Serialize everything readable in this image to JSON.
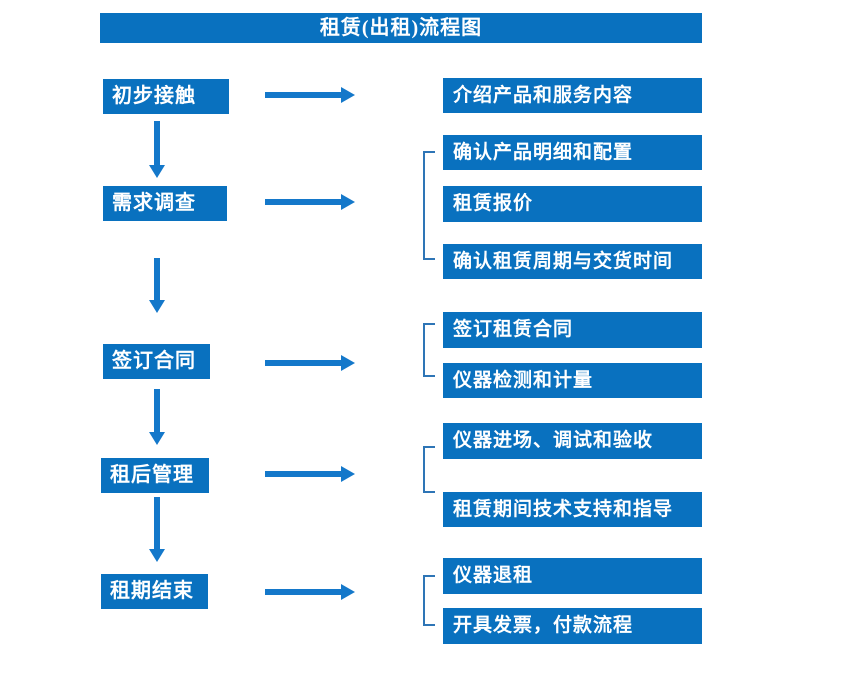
{
  "title": "租赁(出租)流程图",
  "colors": {
    "box_fill": "#0971bf",
    "arrow": "#1478ca",
    "bracket": "#2e75b6",
    "text": "#ffffff",
    "background": "#ffffff"
  },
  "flow": {
    "steps": [
      {
        "label": "初步接触",
        "details": [
          "介绍产品和服务内容"
        ]
      },
      {
        "label": "需求调查",
        "details": [
          "确认产品明细和配置",
          "租赁报价",
          "确认租赁周期与交货时间"
        ]
      },
      {
        "label": "签订合同",
        "details": [
          "签订租赁合同",
          "仪器检测和计量"
        ]
      },
      {
        "label": "租后管理",
        "details": [
          "仪器进场、调试和验收",
          "租赁期间技术支持和指导"
        ]
      },
      {
        "label": "租期结束",
        "details": [
          "仪器退租",
          "开具发票，付款流程"
        ]
      }
    ]
  }
}
